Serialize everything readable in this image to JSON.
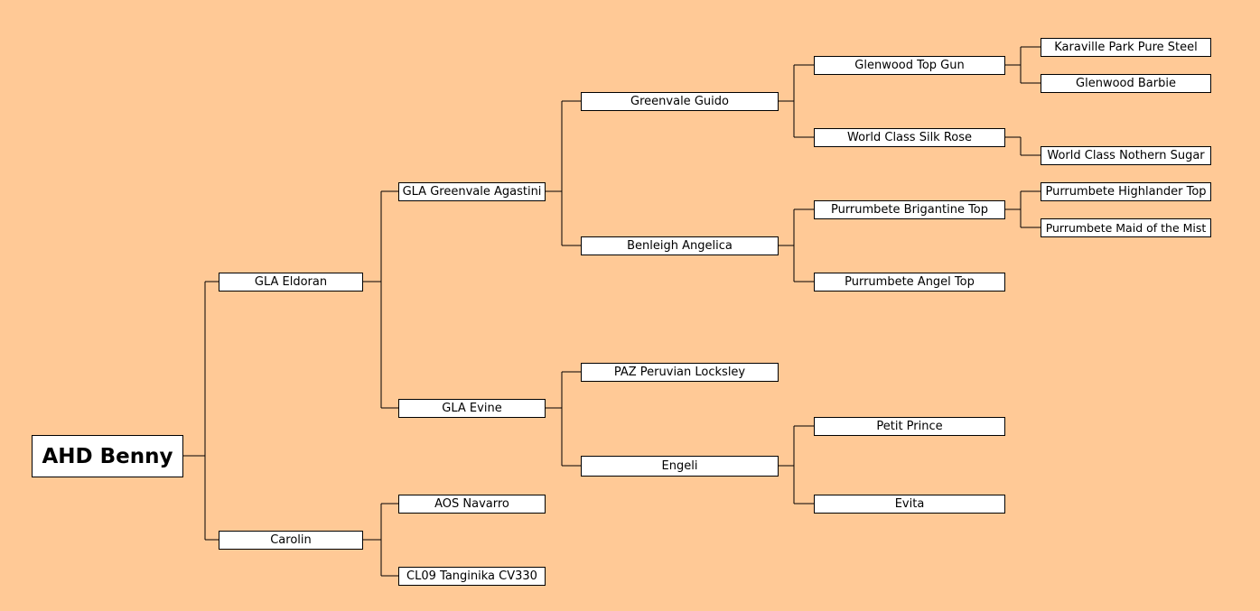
{
  "colors": {
    "background": "#ffc996",
    "box": "#ffffff",
    "line": "#000000"
  },
  "pedigree": {
    "root": "AHD Benny",
    "sire": "GLA Eldoran",
    "dam": "Carolin",
    "sire_sire": "GLA Greenvale Agastini",
    "sire_dam": "GLA Evine",
    "dam_sire": "AOS Navarro",
    "dam_dam": "CL09 Tanginika CV330",
    "ss_sire": "Greenvale Guido",
    "ss_dam": "Benleigh Angelica",
    "sd_sire": "PAZ Peruvian Locksley",
    "sd_dam": "Engeli",
    "sss_sire": "Glenwood Top Gun",
    "sss_dam": "World Class Silk Rose",
    "ssd_sire": "Purrumbete Brigantine Top",
    "ssd_dam": "Purrumbete Angel Top",
    "sdd_sire": "Petit Prince",
    "sdd_dam": "Evita",
    "ssss_sire": "Karaville Park Pure Steel",
    "ssss_dam": "Glenwood Barbie",
    "sssd_dam": "World Class Nothern Sugar",
    "ssds_sire": "Purrumbete Highlander Top",
    "ssds_dam": "Purrumbete Maid of the Mist"
  }
}
